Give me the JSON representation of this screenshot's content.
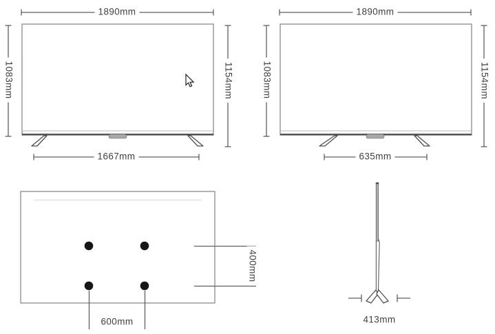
{
  "diagram": {
    "front_view_left": {
      "width": "1890mm",
      "screen_height": "1083mm",
      "total_height": "1154mm",
      "stand_span": "1667mm"
    },
    "front_view_right": {
      "width": "1890mm",
      "screen_height": "1083mm",
      "total_height": "1154mm",
      "stand_span": "635mm"
    },
    "back_view": {
      "vesa_horizontal": "600mm",
      "vesa_vertical": "400mm",
      "mount_hole_count": 4
    },
    "side_view": {
      "depth": "413mm"
    }
  },
  "icons": {
    "cursor": "arrow-cursor-icon"
  },
  "colors": {
    "bg": "#ffffff",
    "dim-line": "#5f5f5f",
    "tv-border": "#8a8a8a",
    "thick-edge": "#4d4d4d",
    "text": "#3f3f3f",
    "dot": "#161616",
    "badge": "#a8a8a8",
    "faint": "#e3e3e3"
  }
}
